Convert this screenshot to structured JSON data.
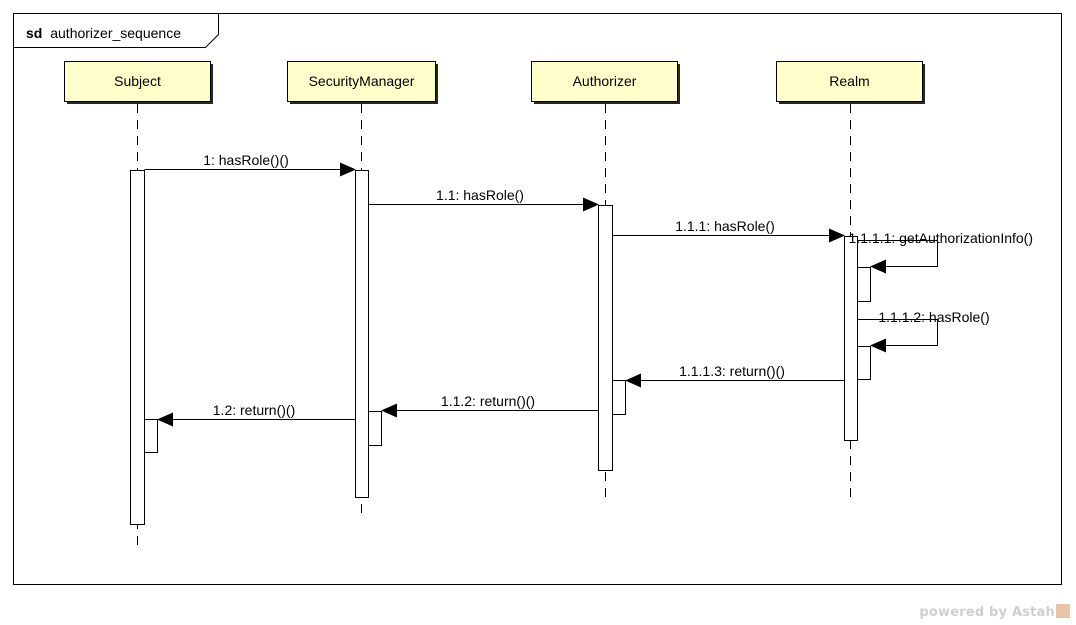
{
  "frame": {
    "keyword": "sd",
    "name": "authorizer_sequence"
  },
  "lifelines": [
    {
      "id": "subject",
      "name": "Subject"
    },
    {
      "id": "securitymanager",
      "name": "SecurityManager"
    },
    {
      "id": "authorizer",
      "name": "Authorizer"
    },
    {
      "id": "realm",
      "name": "Realm"
    }
  ],
  "messages": [
    {
      "id": "m1",
      "label": "1: hasRole()()",
      "from": "Subject",
      "to": "SecurityManager",
      "kind": "call"
    },
    {
      "id": "m1_1",
      "label": "1.1: hasRole()",
      "from": "SecurityManager",
      "to": "Authorizer",
      "kind": "call"
    },
    {
      "id": "m1_1_1",
      "label": "1.1.1: hasRole()",
      "from": "Authorizer",
      "to": "Realm",
      "kind": "call"
    },
    {
      "id": "m1_1_1_1",
      "label": "1.1.1.1: getAuthorizationInfo()",
      "from": "Realm",
      "to": "Realm",
      "kind": "self"
    },
    {
      "id": "m1_1_1_2",
      "label": "1.1.1.2: hasRole()",
      "from": "Realm",
      "to": "Realm",
      "kind": "self"
    },
    {
      "id": "m1_1_1_3",
      "label": "1.1.1.3: return()()",
      "from": "Realm",
      "to": "Authorizer",
      "kind": "return"
    },
    {
      "id": "m1_1_2",
      "label": "1.1.2: return()()",
      "from": "Authorizer",
      "to": "SecurityManager",
      "kind": "return"
    },
    {
      "id": "m1_2",
      "label": "1.2: return()()",
      "from": "SecurityManager",
      "to": "Subject",
      "kind": "return"
    }
  ],
  "footer": {
    "text": "powered by Astah"
  },
  "colors": {
    "lifeline_head_fill": "#ffffcc",
    "line": "#000000",
    "background": "#ffffff"
  }
}
